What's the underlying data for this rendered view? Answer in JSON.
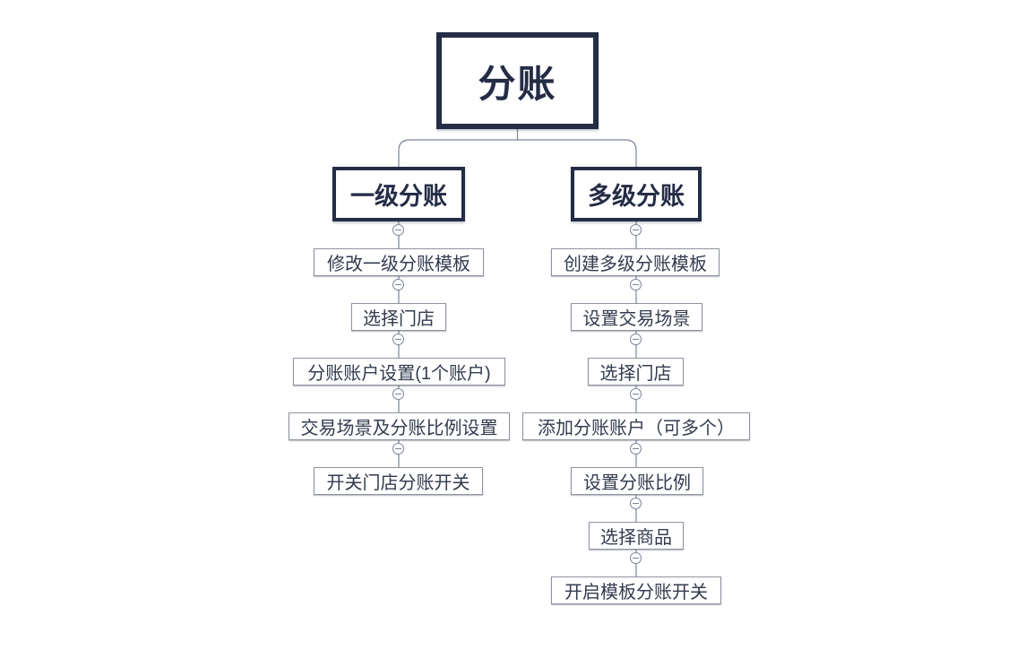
{
  "colors": {
    "primary": "#242c46",
    "step_border": "#8e94a0",
    "connector": "#7c8499",
    "step_text": "#333b4f",
    "background": "#ffffff"
  },
  "diagram": {
    "root": {
      "label": "分账"
    },
    "branches": [
      {
        "label": "一级分账",
        "steps": [
          "修改一级分账模板",
          "选择门店",
          "分账账户设置(1个账户)",
          "交易场景及分账比例设置",
          "开关门店分账开关"
        ]
      },
      {
        "label": "多级分账",
        "steps": [
          "创建多级分账模板",
          "设置交易场景",
          "选择门店",
          "添加分账账户（可多个）",
          "设置分账比例",
          "选择商品",
          "开启模板分账开关"
        ]
      }
    ]
  }
}
